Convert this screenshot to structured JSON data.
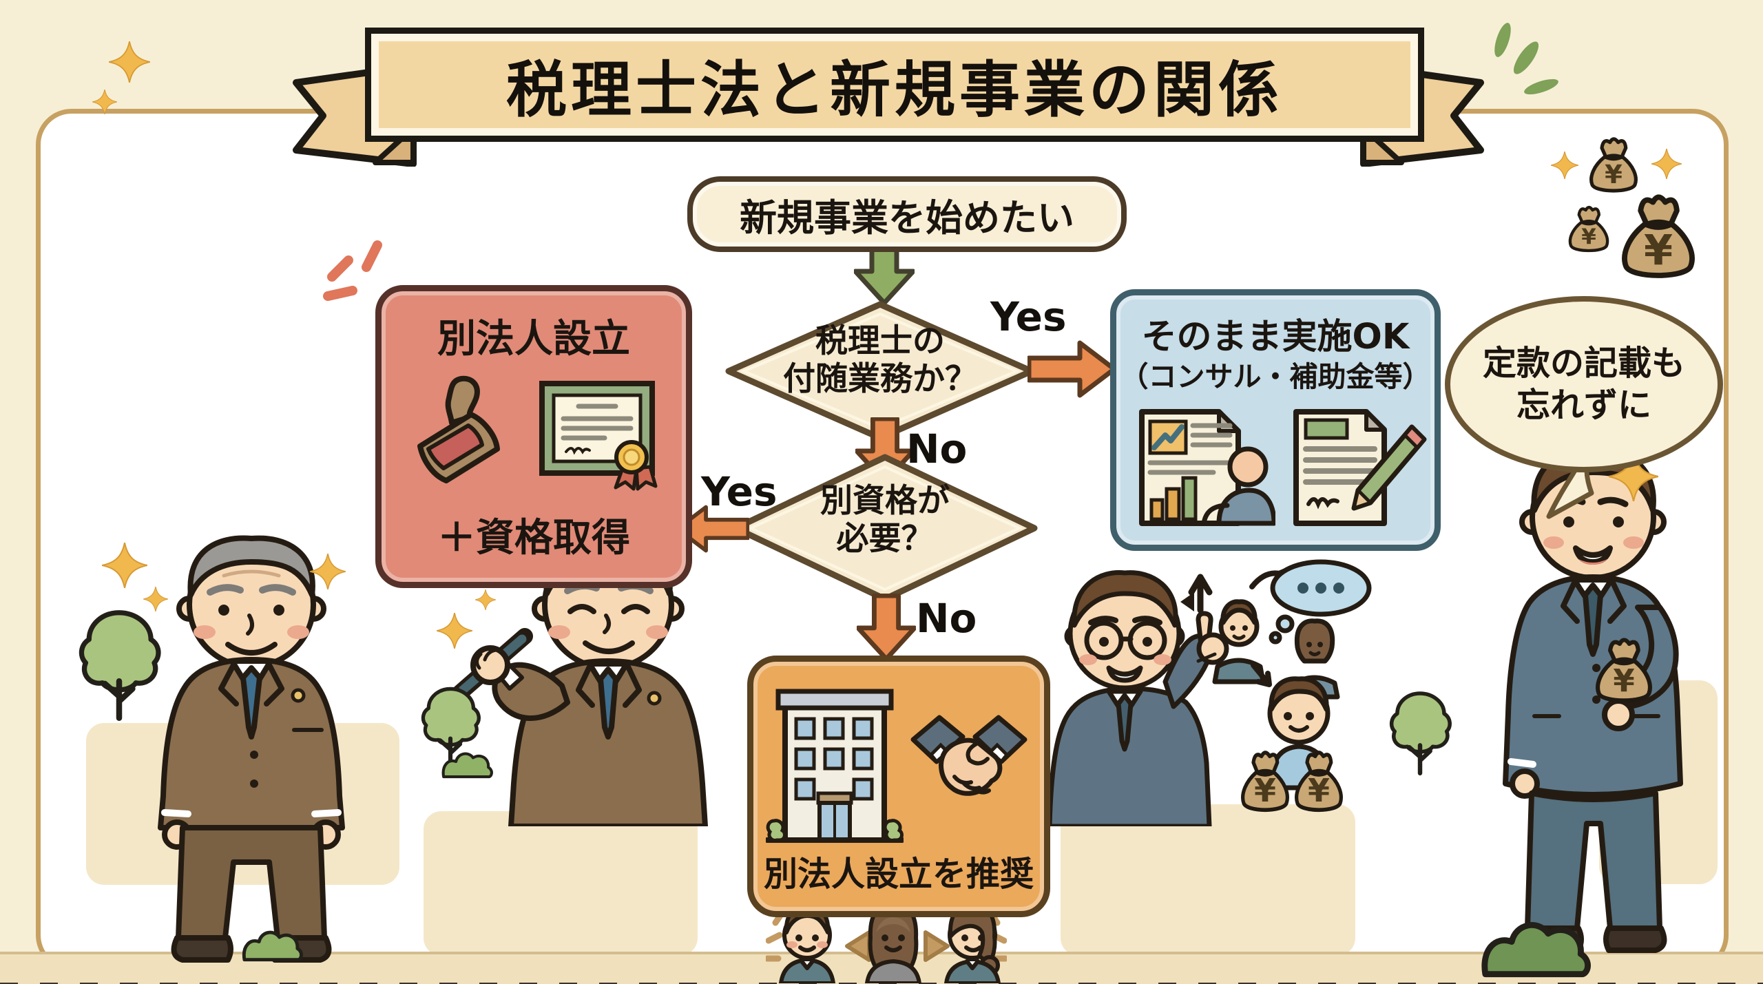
{
  "title": "税理士法と新規事業の関係",
  "flow": {
    "start": "新規事業を始めたい",
    "q1": {
      "l1": "税理士の",
      "l2": "付随業務か？",
      "yes": "Yes",
      "no": "No"
    },
    "q2": {
      "l1": "別資格が",
      "l2": "必要？",
      "yes": "Yes",
      "no": "No"
    },
    "ok": {
      "l1": "そのまま実施OK",
      "l2": "（コンサル・補助金等）"
    },
    "pink": {
      "title": "別法人設立",
      "subtitle": "＋資格取得"
    },
    "orange": {
      "label": "別法人設立を推奨"
    }
  },
  "bubble": {
    "l1": "定款の記載も",
    "l2": "忘れずに"
  },
  "currency": "¥",
  "icons": {
    "stamp": "hanko-stamp",
    "certificate": "certificate-with-rosette",
    "chart_report": "report-with-charts-and-person",
    "signed_document": "document-with-pencil",
    "building": "office-building",
    "handshake": "handshake",
    "money_bag": "money-bag-yen",
    "sparkle": "four-point-star",
    "thought_bubble": "ellipsis-thought-bubble"
  },
  "colors": {
    "background": "#f6efd6",
    "panel_border": "#c7a162",
    "banner_fill": "#f3d7a3",
    "cream_box": "#f9efd7",
    "decision_fill": "#f6ebd1",
    "pink_box": "#e18a77",
    "blue_box": "#c7dde8",
    "orange_box": "#eba95c",
    "arrow_orange": "#e98a4e",
    "arrow_green": "#8fae63",
    "suit_brown": "#8a6e4e",
    "suit_blue": "#5e7889"
  }
}
